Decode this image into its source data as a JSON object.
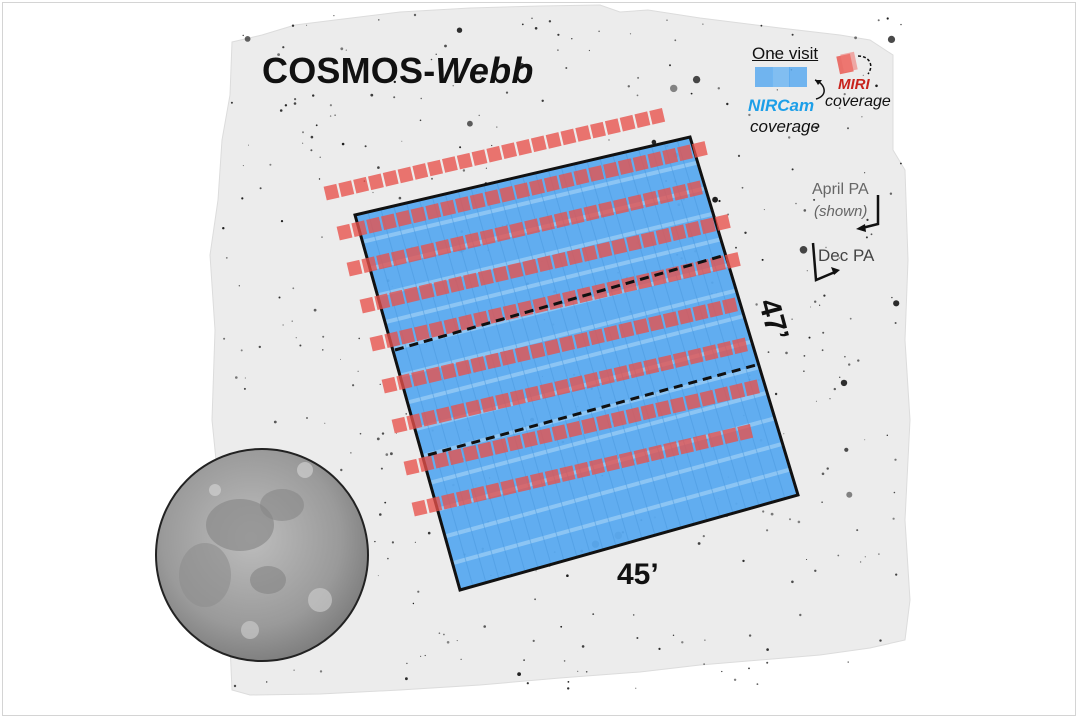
{
  "title": {
    "prefix": "COSMOS-",
    "emphasis": "Webb"
  },
  "legend": {
    "one_visit": "One visit",
    "nircam": "NIRCam",
    "nircam_coverage": "coverage",
    "miri": "MIRI",
    "miri_coverage": "coverage"
  },
  "orientation": {
    "april_pa": "April PA",
    "april_note": "(shown)",
    "dec_pa": "Dec PA"
  },
  "dimensions": {
    "height": "47’",
    "width": "45’"
  },
  "colors": {
    "nircam": "#5aa9ee",
    "miri": "#e8514a",
    "sky_background": "#ececec",
    "border": "#111111"
  },
  "icons": {
    "moon": "moon-icon"
  }
}
